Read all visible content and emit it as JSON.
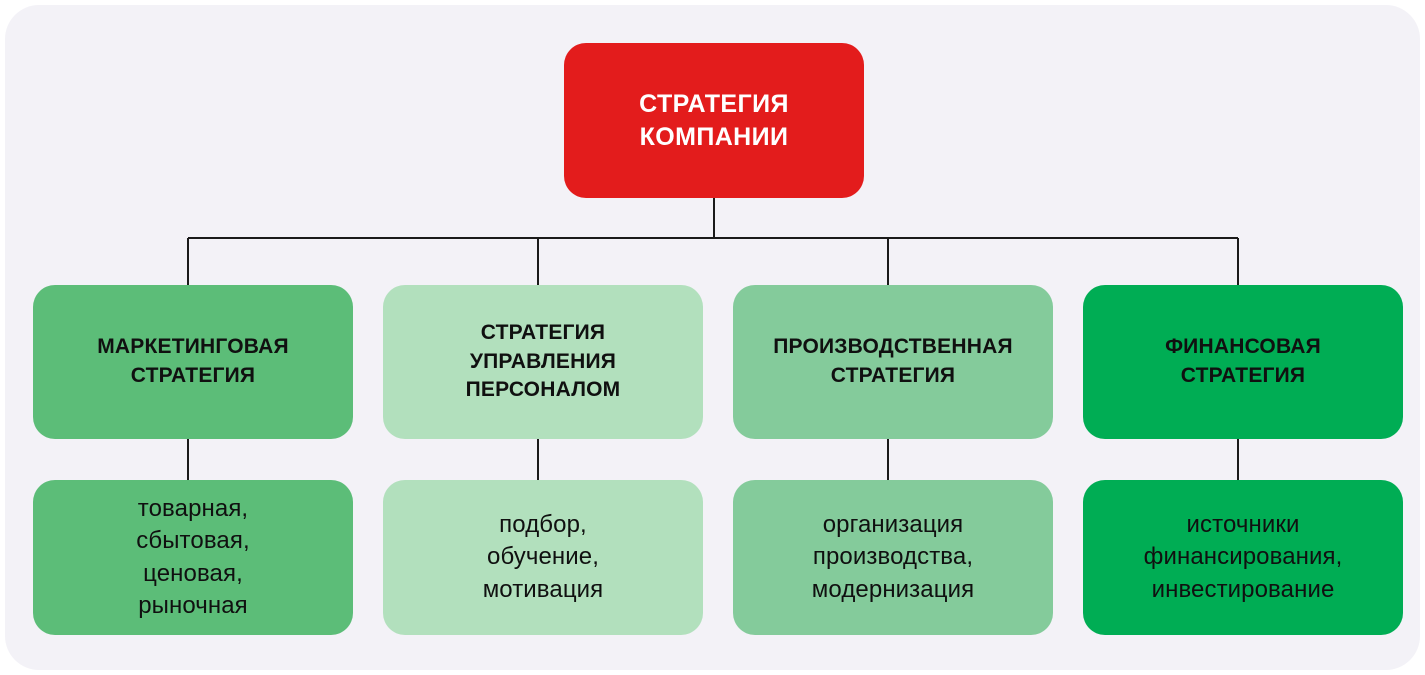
{
  "diagram": {
    "type": "organizational-hierarchy",
    "title": "СТРАТЕГИЯ КОМПАНИИ",
    "background_color": "#f3f2f7",
    "page_color": "#ffffff",
    "connector_color": "#1a1a1a",
    "root": {
      "label": "СТРАТЕГИЯ\nКОМПАНИИ",
      "line1": "СТРАТЕГИЯ",
      "line2": "КОМПАНИИ",
      "fill": "#e31c1c",
      "text_color": "#ffffff"
    },
    "branches": [
      {
        "id": "marketing",
        "label": "МАРКЕТИНГОВАЯ\nСТРАТЕГИЯ",
        "fill": "#5cbd78",
        "text_color": "#101010",
        "detail": "товарная,\nсбытовая,\nценовая,\nрыночная",
        "detail_items": [
          "товарная,",
          "сбытовая,",
          "ценовая,",
          "рыночная"
        ]
      },
      {
        "id": "hr",
        "label": "СТРАТЕГИЯ\nУПРАВЛЕНИЯ\nПЕРСОНАЛОМ",
        "fill": "#b2e0bd",
        "text_color": "#101010",
        "detail": "подбор,\nобучение,\nмотивация",
        "detail_items": [
          "подбор,",
          "обучение,",
          "мотивация"
        ]
      },
      {
        "id": "production",
        "label": "ПРОИЗВОДСТВЕННАЯ\nСТРАТЕГИЯ",
        "fill": "#84cb9b",
        "text_color": "#101010",
        "detail": "организация\nпроизводства,\nмодернизация",
        "detail_items": [
          "организация",
          "производства,",
          "модернизация"
        ]
      },
      {
        "id": "finance",
        "label": "ФИНАНСОВАЯ\nСТРАТЕГИЯ",
        "fill": "#00ad54",
        "text_color": "#101010",
        "detail": "источники\nфинансирования,\nинвестирование",
        "detail_items": [
          "источники",
          "финансирования,",
          "инвестирование"
        ]
      }
    ]
  }
}
